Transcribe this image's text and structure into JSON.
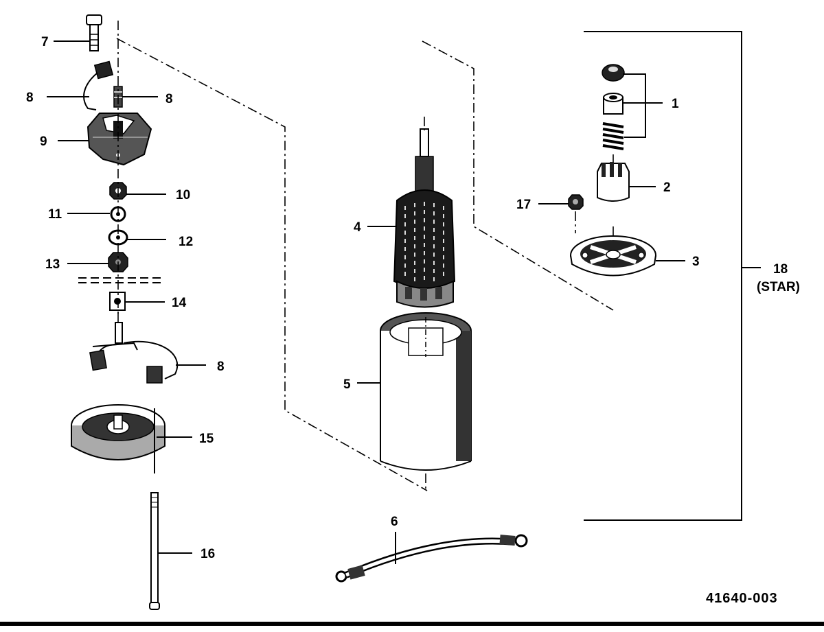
{
  "figure": {
    "reference_number": "41640-003"
  },
  "callouts": [
    {
      "id": "1",
      "text": "1"
    },
    {
      "id": "2",
      "text": "2"
    },
    {
      "id": "3",
      "text": "3"
    },
    {
      "id": "4",
      "text": "4"
    },
    {
      "id": "5",
      "text": "5"
    },
    {
      "id": "6",
      "text": "6"
    },
    {
      "id": "7",
      "text": "7"
    },
    {
      "id": "8a",
      "text": "8"
    },
    {
      "id": "8b",
      "text": "8"
    },
    {
      "id": "8c",
      "text": "8"
    },
    {
      "id": "9",
      "text": "9"
    },
    {
      "id": "10",
      "text": "10"
    },
    {
      "id": "11",
      "text": "11"
    },
    {
      "id": "12",
      "text": "12"
    },
    {
      "id": "13",
      "text": "13"
    },
    {
      "id": "14",
      "text": "14"
    },
    {
      "id": "15",
      "text": "15"
    },
    {
      "id": "16",
      "text": "16"
    },
    {
      "id": "17",
      "text": "17"
    },
    {
      "id": "18",
      "text": "18"
    }
  ],
  "assembly": {
    "label_line2": "(STAR)"
  }
}
